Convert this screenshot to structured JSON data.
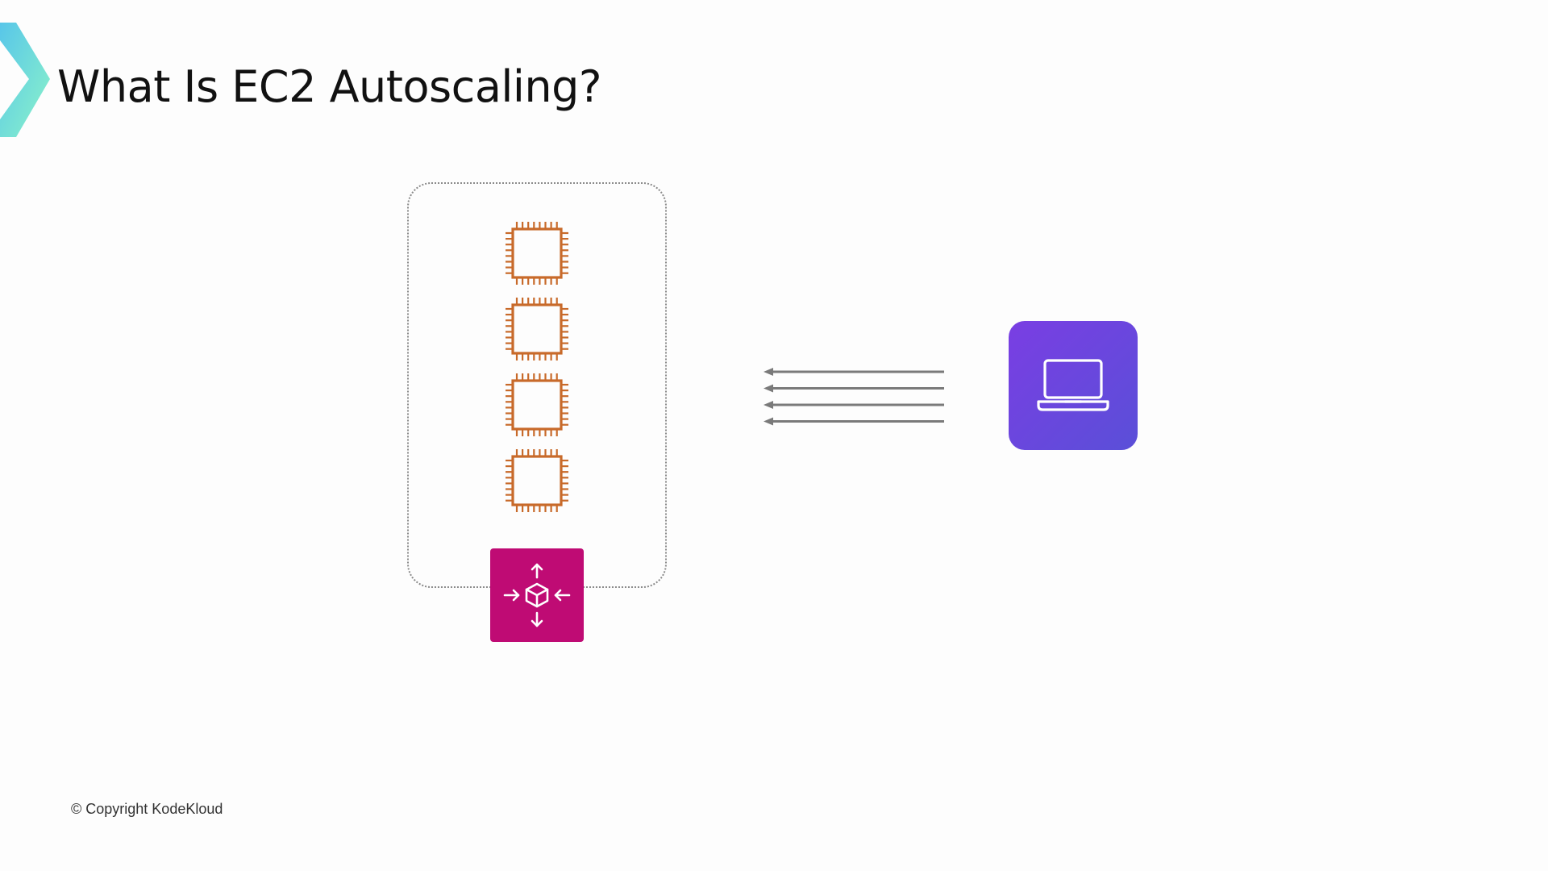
{
  "slide": {
    "title": "What Is EC2 Autoscaling?",
    "copyright": "© Copyright KodeKloud"
  },
  "diagram": {
    "group": {
      "border_style": "dotted",
      "instances": [
        {
          "icon": "ec2-instance-chip-icon"
        },
        {
          "icon": "ec2-instance-chip-icon"
        },
        {
          "icon": "ec2-instance-chip-icon"
        },
        {
          "icon": "ec2-instance-chip-icon"
        }
      ],
      "scaler_icon": "auto-scaling-icon"
    },
    "traffic": {
      "request_arrows": 4,
      "direction": "right-to-left"
    },
    "client": {
      "icon": "laptop-icon"
    }
  },
  "colors": {
    "instance_stroke": "#c86a2a",
    "autoscaling_badge": "#bf0b74",
    "client_tile_start": "#7a3ee3",
    "client_tile_end": "#5a4fd8",
    "arrow": "#7a7a7a",
    "logo_start": "#4fc3e8",
    "logo_end": "#7ff0c9"
  }
}
